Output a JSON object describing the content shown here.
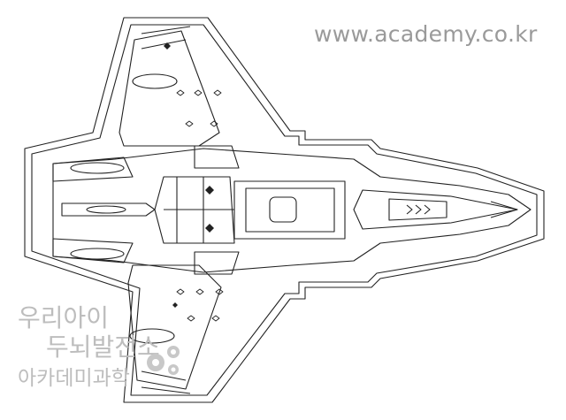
{
  "website": "www.academy.co.kr",
  "watermark": {
    "line1": "우리아이",
    "line2": "두뇌발전소",
    "line3": "아카데미과학"
  },
  "colors": {
    "line": "#222222",
    "watermark": "#bdbdbd",
    "url_text": "#9a9a9a"
  },
  "icons": [
    "gear-logo-icon"
  ]
}
